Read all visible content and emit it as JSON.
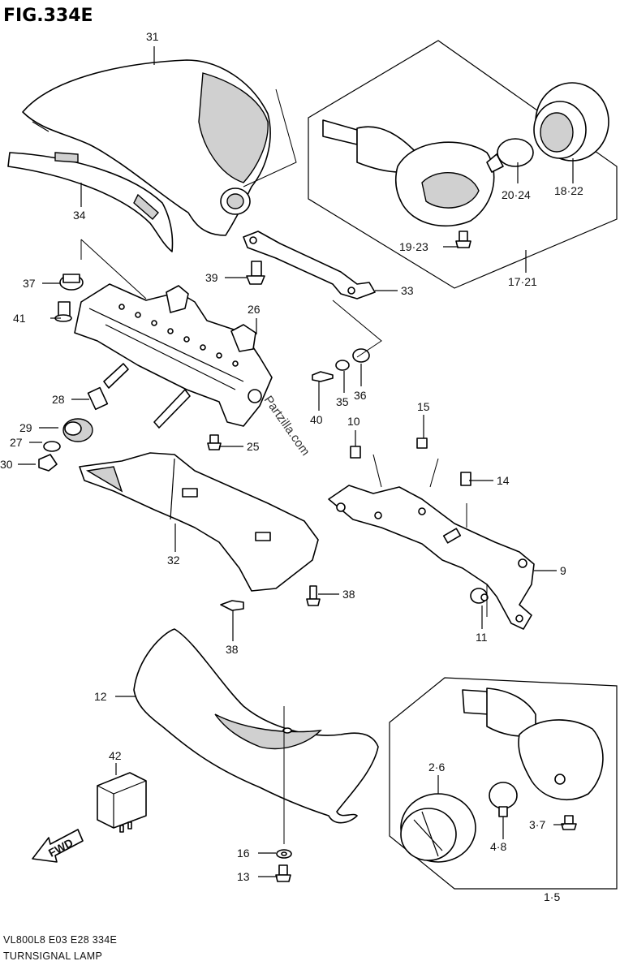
{
  "figure": {
    "title": "FIG.334E",
    "model_code": "VL800L8  E03  E28  334E",
    "caption": "TURNSIGNAL LAMP",
    "watermark": "Partzilla.com",
    "fwd_label": "FWD"
  },
  "callouts": [
    {
      "id": "31",
      "text": "31"
    },
    {
      "id": "34",
      "text": "34"
    },
    {
      "id": "37",
      "text": "37"
    },
    {
      "id": "39",
      "text": "39"
    },
    {
      "id": "41",
      "text": "41"
    },
    {
      "id": "26",
      "text": "26"
    },
    {
      "id": "33",
      "text": "33"
    },
    {
      "id": "28",
      "text": "28"
    },
    {
      "id": "29",
      "text": "29"
    },
    {
      "id": "27",
      "text": "27"
    },
    {
      "id": "30",
      "text": "30"
    },
    {
      "id": "25",
      "text": "25"
    },
    {
      "id": "35",
      "text": "35"
    },
    {
      "id": "36",
      "text": "36"
    },
    {
      "id": "40",
      "text": "40"
    },
    {
      "id": "10",
      "text": "10"
    },
    {
      "id": "15",
      "text": "15"
    },
    {
      "id": "14",
      "text": "14"
    },
    {
      "id": "9",
      "text": "9"
    },
    {
      "id": "11",
      "text": "11"
    },
    {
      "id": "32",
      "text": "32"
    },
    {
      "id": "38a",
      "text": "38"
    },
    {
      "id": "38b",
      "text": "38"
    },
    {
      "id": "12",
      "text": "12"
    },
    {
      "id": "42",
      "text": "42"
    },
    {
      "id": "16",
      "text": "16"
    },
    {
      "id": "13",
      "text": "13"
    },
    {
      "id": "20_24",
      "text": "20·24"
    },
    {
      "id": "18_22",
      "text": "18·22"
    },
    {
      "id": "19_23",
      "text": "19·23"
    },
    {
      "id": "17_21",
      "text": "17·21"
    },
    {
      "id": "2_6",
      "text": "2·6"
    },
    {
      "id": "3_7",
      "text": "3·7"
    },
    {
      "id": "4_8",
      "text": "4·8"
    },
    {
      "id": "1_5",
      "text": "1·5"
    }
  ]
}
